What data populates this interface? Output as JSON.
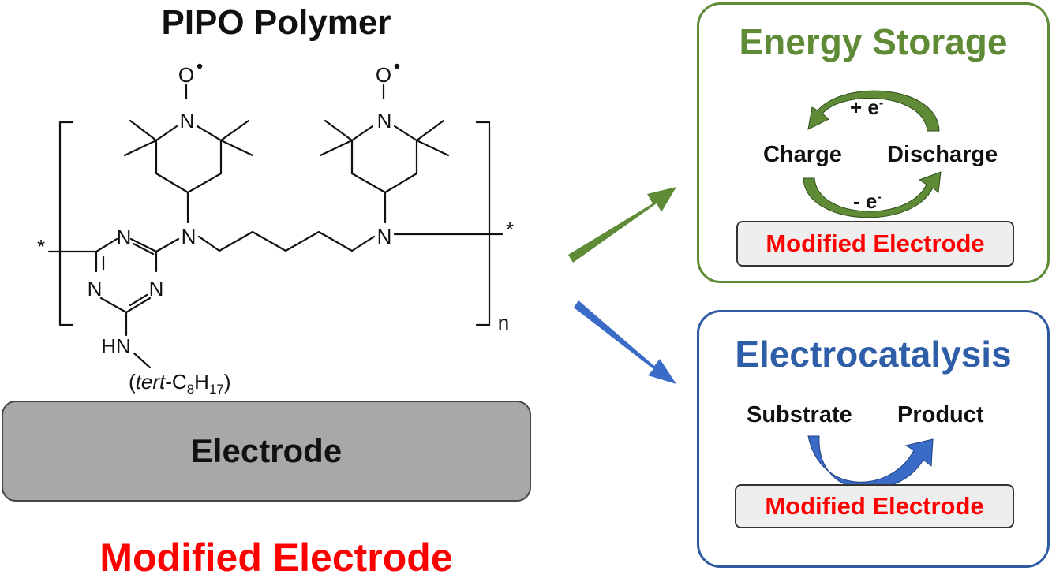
{
  "title": "PIPO Polymer",
  "electrode_label": "Electrode",
  "bottom_caption": "Modified Electrode",
  "structure": {
    "radical_o": "O",
    "n1": "N",
    "n2": "N",
    "amine_n1": "N",
    "amine_n2": "N",
    "triazine_n_top": "N",
    "triazine_n_left": "N",
    "triazine_n_right": "N",
    "nh": "HN",
    "end_star": "*",
    "repeat": "n",
    "tert": "tert",
    "c_label": "-C",
    "sub8": "8",
    "h_label": "H",
    "sub17": "17",
    "paren_open": "(",
    "paren_close": ")"
  },
  "energy_storage": {
    "title": "Energy Storage",
    "plus_e": "+ e",
    "minus_e": "- e",
    "superscript": "-",
    "charge": "Charge",
    "discharge": "Discharge",
    "modified": "Modified Electrode"
  },
  "electrocatalysis": {
    "title": "Electrocatalysis",
    "substrate": "Substrate",
    "product": "Product",
    "modified": "Modified Electrode"
  },
  "colors": {
    "green": "#5f8a36",
    "blue": "#2f5ea8",
    "red": "#ff0000",
    "electrode_gray": "#a8a8a8"
  }
}
